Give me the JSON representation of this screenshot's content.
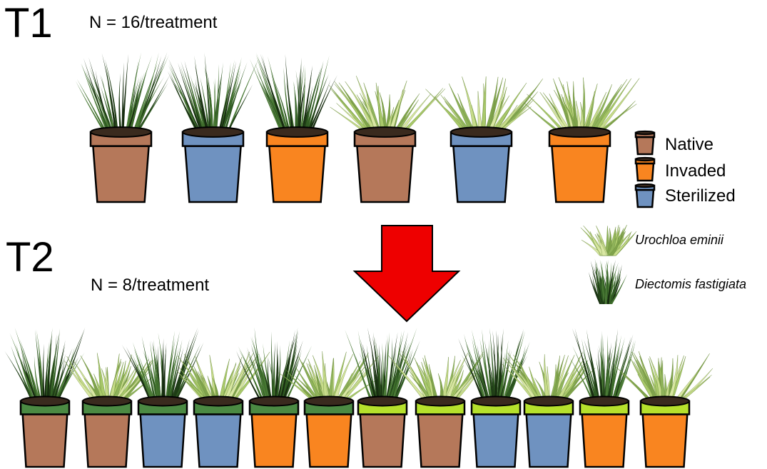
{
  "colors": {
    "native": "#b5785a",
    "invaded": "#f98520",
    "sterilized": "#6f92c0",
    "dark_green_band": "#4b8a43",
    "light_green_band": "#b6e12c",
    "arrow": "#ee0000"
  },
  "t1": {
    "label": "T1",
    "n_label": "N = 16/treatment",
    "pots": [
      {
        "soil": "native",
        "plant": "diectomis"
      },
      {
        "soil": "sterilized",
        "plant": "diectomis"
      },
      {
        "soil": "invaded",
        "plant": "diectomis"
      },
      {
        "soil": "native",
        "plant": "urochloa"
      },
      {
        "soil": "sterilized",
        "plant": "urochloa"
      },
      {
        "soil": "invaded",
        "plant": "urochloa"
      }
    ]
  },
  "t2": {
    "label": "T2",
    "n_label": "N = 8/treatment",
    "pots": [
      {
        "soil": "native",
        "band": "dark_green_band",
        "plant": "diectomis"
      },
      {
        "soil": "native",
        "band": "dark_green_band",
        "plant": "urochloa"
      },
      {
        "soil": "sterilized",
        "band": "dark_green_band",
        "plant": "diectomis"
      },
      {
        "soil": "sterilized",
        "band": "dark_green_band",
        "plant": "urochloa"
      },
      {
        "soil": "invaded",
        "band": "dark_green_band",
        "plant": "diectomis"
      },
      {
        "soil": "invaded",
        "band": "dark_green_band",
        "plant": "urochloa"
      },
      {
        "soil": "native",
        "band": "light_green_band",
        "plant": "diectomis"
      },
      {
        "soil": "native",
        "band": "light_green_band",
        "plant": "urochloa"
      },
      {
        "soil": "sterilized",
        "band": "light_green_band",
        "plant": "diectomis"
      },
      {
        "soil": "sterilized",
        "band": "light_green_band",
        "plant": "urochloa"
      },
      {
        "soil": "invaded",
        "band": "light_green_band",
        "plant": "diectomis"
      },
      {
        "soil": "invaded",
        "band": "light_green_band",
        "plant": "urochloa"
      }
    ]
  },
  "legend": {
    "native": "Native",
    "invaded": "Invaded",
    "sterilized": "Sterilized"
  },
  "species": {
    "urochloa": "Urochloa eminii",
    "diectomis": "Diectomis fastigiata"
  }
}
